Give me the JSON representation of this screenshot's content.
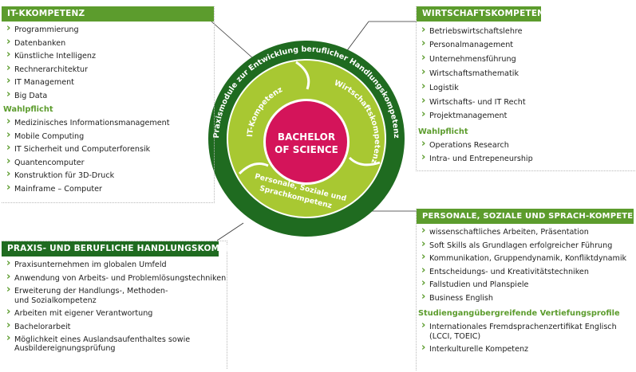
{
  "center": {
    "line1": "BACHELOR",
    "line2": "OF SCIENCE"
  },
  "ring_outer_label": "Praxismodule zur Entwicklung beruflicher Handlungskompetenz",
  "ring_inner": {
    "it": "IT-Kompetenz",
    "wirtschaft": "Wirtschaftskompetenz",
    "personal_line1": "Personale, Soziale und",
    "personal_line2": "Sprachkompetenz"
  },
  "it": {
    "title": "IT-KKOMPETENZ",
    "items": [
      "Programmierung",
      "Datenbanken",
      "Künstliche Intelligenz",
      "Rechnerarchitektur",
      "IT Management",
      "Big Data"
    ],
    "elective_label": "Wahlpflicht",
    "electives": [
      "Medizinisches Informationsmanagement",
      "Mobile Computing",
      "IT Sicherheit und Computerforensik",
      "Quantencomputer",
      "Konstruktion für 3D-Druck",
      "Mainframe – Computer"
    ]
  },
  "wirtschaft": {
    "title": "WIRTSCHAFTSKOMPETENZ",
    "items": [
      "Betriebswirtschaftslehre",
      "Personalmanagement",
      "Unternehmensführung",
      "Wirtschaftsmathematik",
      "Logistik",
      "Wirtschafts- und IT Recht",
      "Projektmanagement"
    ],
    "elective_label": "Wahlpflicht",
    "electives": [
      "Operations Research",
      "Intra- und Entrepeneurship"
    ]
  },
  "praxis": {
    "title": "PRAXIS- UND BERUFLICHE HANDLUNGSKOMPETENZ",
    "items": [
      "Praxisunternehmen im globalen Umfeld",
      "Anwendung von Arbeits- und Problemlösungstechniken",
      "Erweiterung der Handlungs-, Methoden- und Sozialkompetenz",
      "Arbeiten mit  eigener Verantwortung",
      "Bachelorarbeit",
      "Möglichkeit eines  Auslandsaufenthaltes sowie Ausbildereignungsprüfung"
    ]
  },
  "personal": {
    "title": "PERSONALE, SOZIALE UND SPRACH-KOMPETENZEN",
    "items": [
      "wissenschaftliches Arbeiten, Präsentation",
      "Soft Skills als Grundlagen erfolgreicher Führung",
      "Kommunikation, Gruppendynamik, Konfliktdynamik",
      " Entscheidungs- und Kreativitätstechniken",
      "Fallstudien und Planspiele",
      "Business English"
    ],
    "profile_label": "Studiengangübergreifende Vertiefungsprofile",
    "profiles": [
      " Internationales Fremdsprachenzertifikat Englisch (LCCI, TOEIC)",
      " Interkulturelle Kompetenz"
    ]
  },
  "colors": {
    "dark_green": "#1f6b20",
    "light_green": "#a8c832",
    "header_green": "#5c9c2d",
    "center_red": "#d4145a"
  }
}
